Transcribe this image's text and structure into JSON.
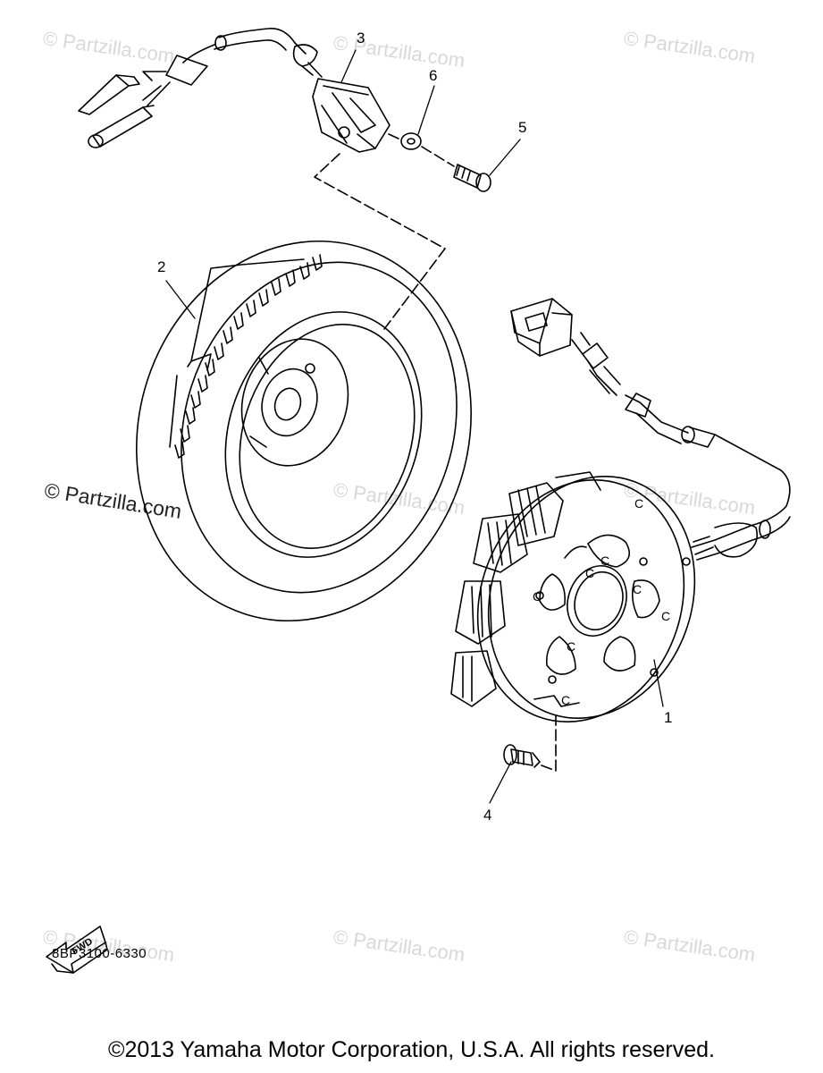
{
  "watermarks": {
    "text": "© Partzilla.com",
    "prominent_text": "© Partzilla.com"
  },
  "callouts": [
    "1",
    "2",
    "3",
    "4",
    "5",
    "6"
  ],
  "fwd_label": "FWD",
  "diagram_code": "8BP3100-6330",
  "copyright": "©2013 Yamaha Motor Corporation, U.S.A. All rights reserved.",
  "stator_marks": [
    "C",
    "C",
    "C",
    "C",
    "C",
    "C",
    "C",
    "C"
  ]
}
